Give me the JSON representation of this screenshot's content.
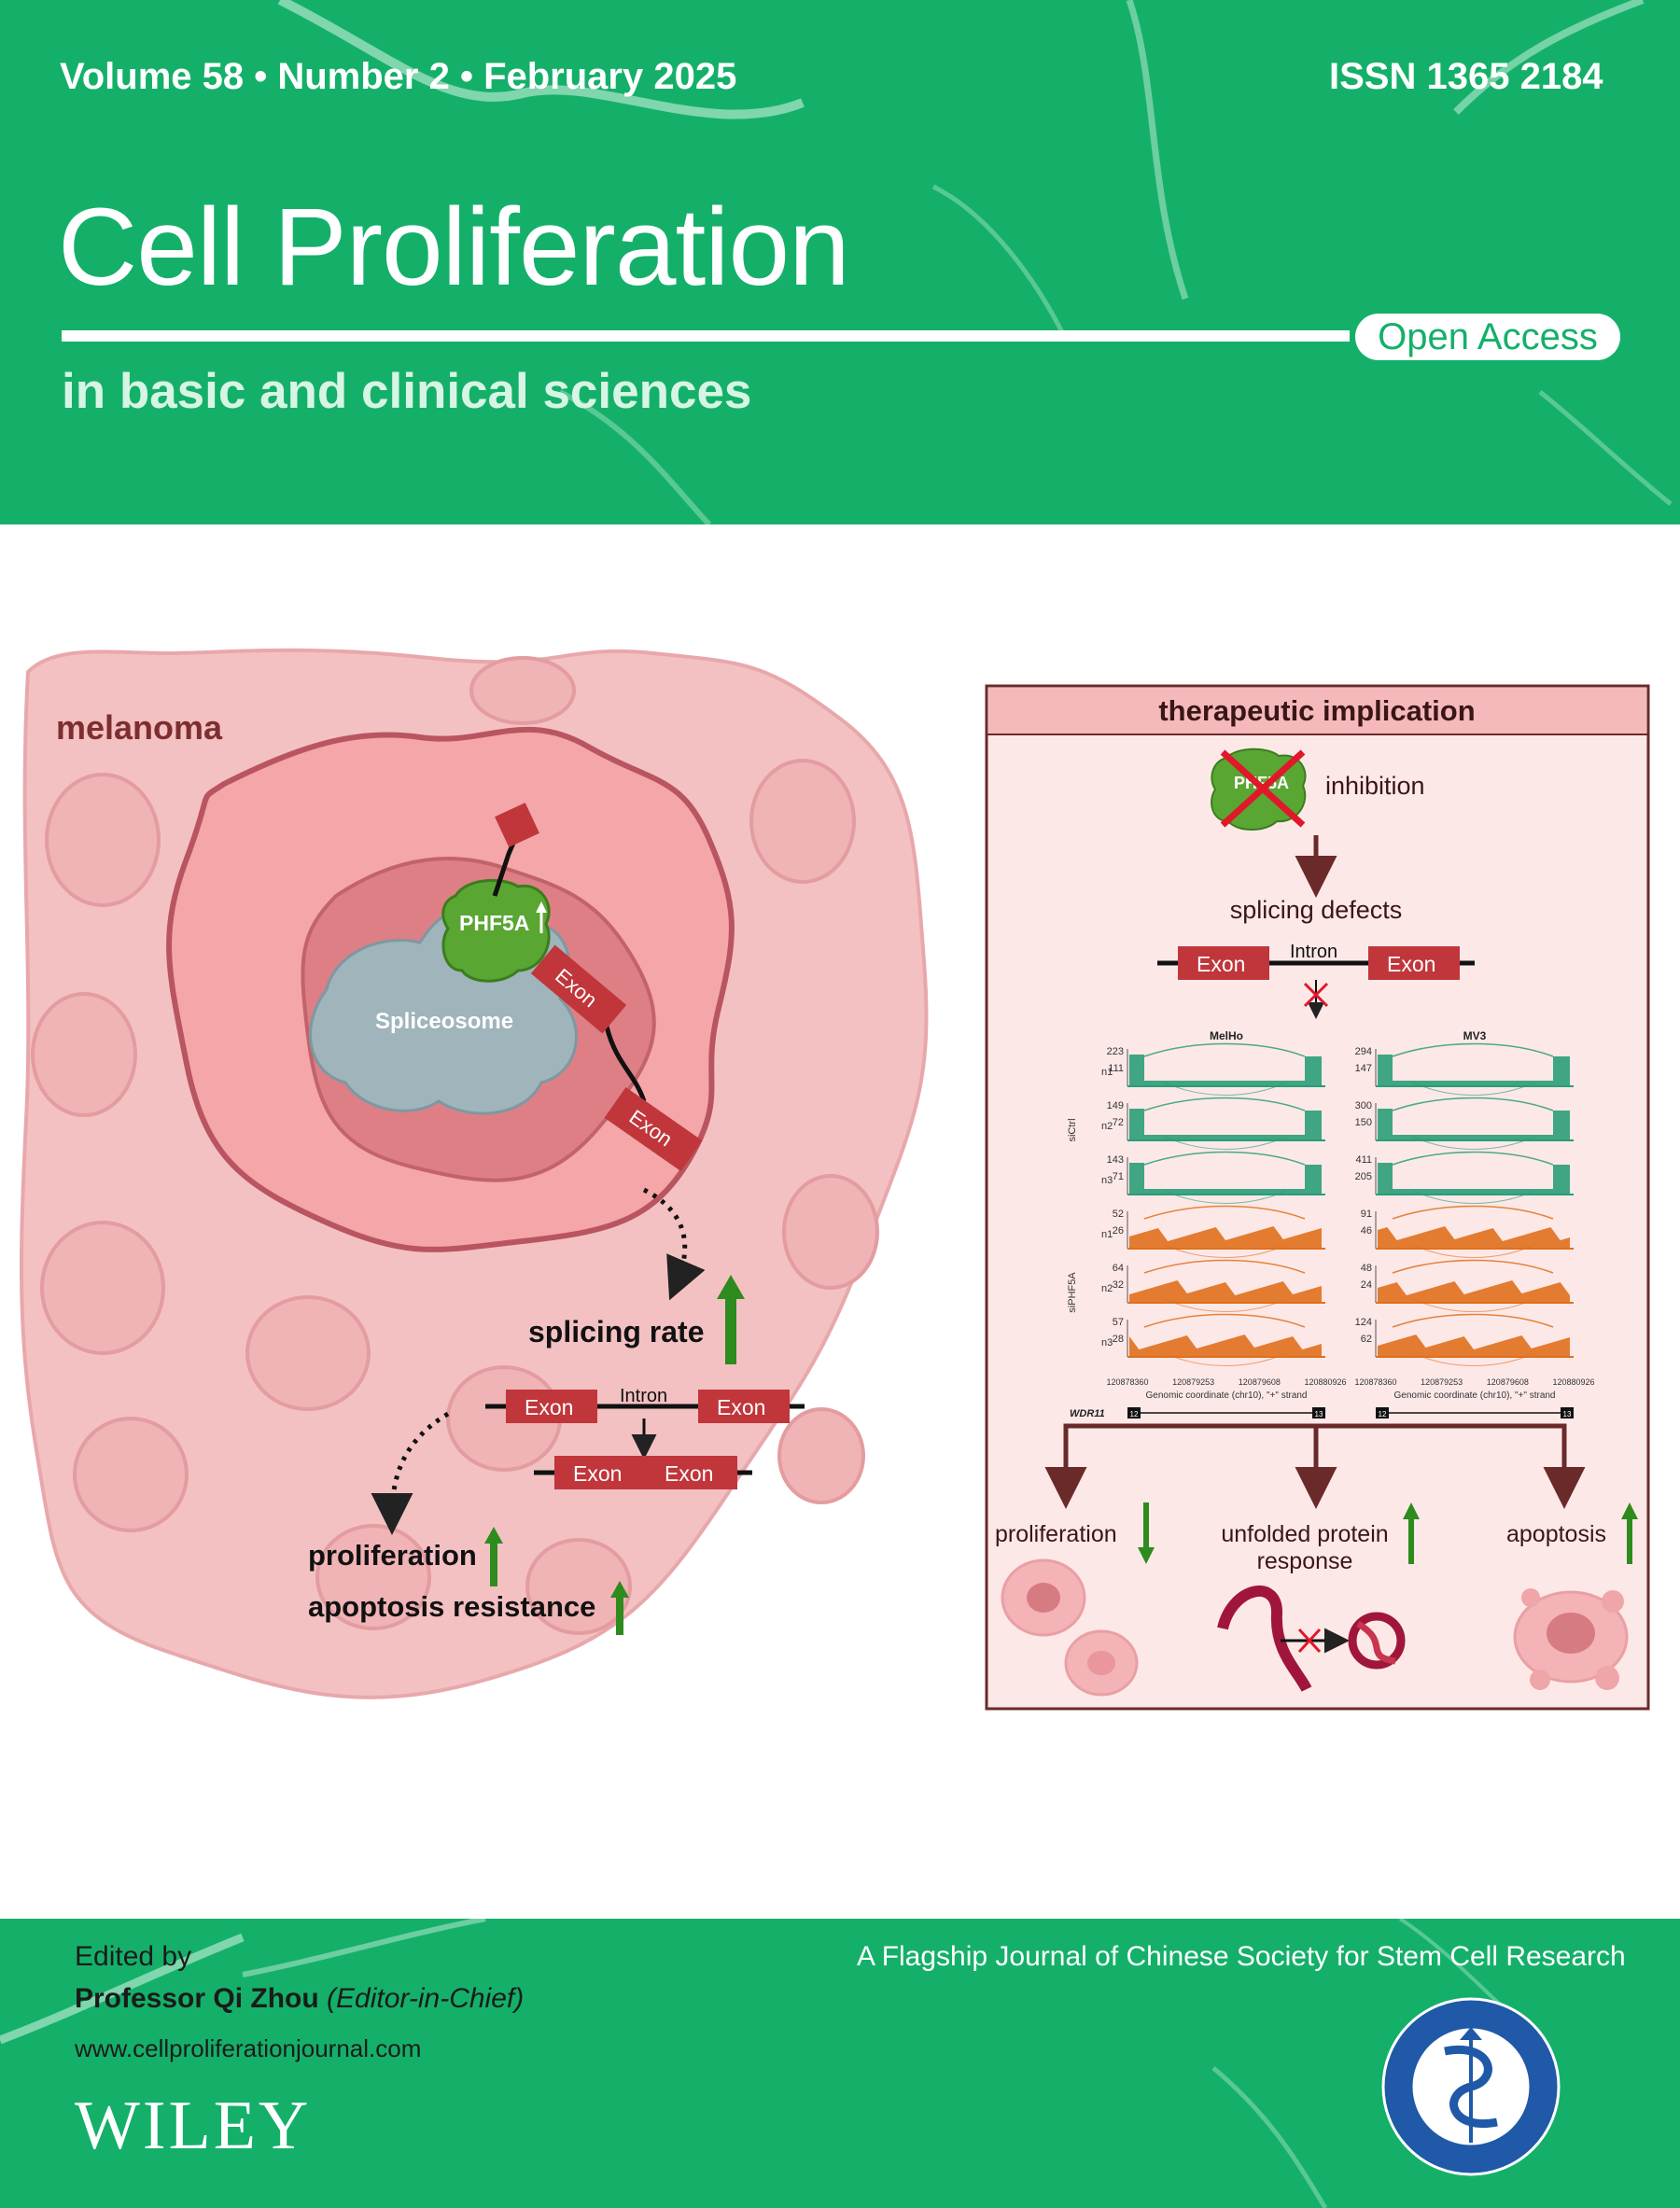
{
  "header": {
    "issue_line": "Volume 58 • Number 2 • February 2025",
    "issn": "ISSN 1365 2184",
    "journal_title": "Cell Proliferation",
    "open_access": "Open Access",
    "subtitle": "in basic and clinical sciences"
  },
  "left_panel": {
    "label_melanoma": "melanoma",
    "label_phf5a": "PHF5A",
    "label_spliceosome": "Spliceosome",
    "exon": "Exon",
    "intron": "Intron",
    "splicing_rate": "splicing rate",
    "proliferation": "proliferation",
    "apoptosis_resistance": "apoptosis resistance"
  },
  "right_panel": {
    "title": "therapeutic implication",
    "phf5a": "PHF5A",
    "inhibition": "inhibition",
    "splicing_defects": "splicing defects",
    "exon": "Exon",
    "intron": "Intron",
    "outcomes": {
      "proliferation": "proliferation",
      "upr_line1": "unfolded protein",
      "upr_line2": "response",
      "apoptosis": "apoptosis"
    }
  },
  "chart_data": {
    "type": "area",
    "panels": [
      "MelHo",
      "MV3"
    ],
    "group_labels": [
      "siCtrl",
      "siPHF5A"
    ],
    "rows": [
      {
        "group": "siCtrl",
        "replicate": "n1",
        "melho_ticks": [
          "223",
          "111"
        ],
        "mv3_ticks": [
          "294",
          "147"
        ],
        "color": "#2a9d78"
      },
      {
        "group": "siCtrl",
        "replicate": "n2",
        "melho_ticks": [
          "149",
          "72"
        ],
        "mv3_ticks": [
          "300",
          "150"
        ],
        "color": "#2a9d78"
      },
      {
        "group": "siCtrl",
        "replicate": "n3",
        "melho_ticks": [
          "143",
          "71"
        ],
        "mv3_ticks": [
          "411",
          "205"
        ],
        "color": "#2a9d78"
      },
      {
        "group": "siPHF5A",
        "replicate": "n1",
        "melho_ticks": [
          "52",
          "26"
        ],
        "mv3_ticks": [
          "91",
          "46"
        ],
        "color": "#e0701c"
      },
      {
        "group": "siPHF5A",
        "replicate": "n2",
        "melho_ticks": [
          "64",
          "32"
        ],
        "mv3_ticks": [
          "48",
          "24"
        ],
        "color": "#e0701c"
      },
      {
        "group": "siPHF5A",
        "replicate": "n3",
        "melho_ticks": [
          "57",
          "28"
        ],
        "mv3_ticks": [
          "124",
          "62"
        ],
        "color": "#e0701c"
      }
    ],
    "x_ticks": [
      "120878360",
      "120879253",
      "120879608",
      "120880926"
    ],
    "xlabel": "Genomic coordinate (chr10), \"+\" strand",
    "gene": "WDR11",
    "exon_numbers": [
      "12",
      "13"
    ]
  },
  "footer": {
    "edited_by": "Edited by",
    "editor_name": "Professor Qi Zhou",
    "editor_role": "(Editor-in-Chief)",
    "website": "www.cellproliferationjournal.com",
    "flagship": "A Flagship Journal of Chinese Society for Stem Cell Research",
    "publisher": "WILEY"
  },
  "colors": {
    "brand_green": "#14b06a",
    "exon_red": "#c0363a",
    "arrow_green": "#2e8b1e",
    "dark_maroon": "#6b2a2a"
  }
}
